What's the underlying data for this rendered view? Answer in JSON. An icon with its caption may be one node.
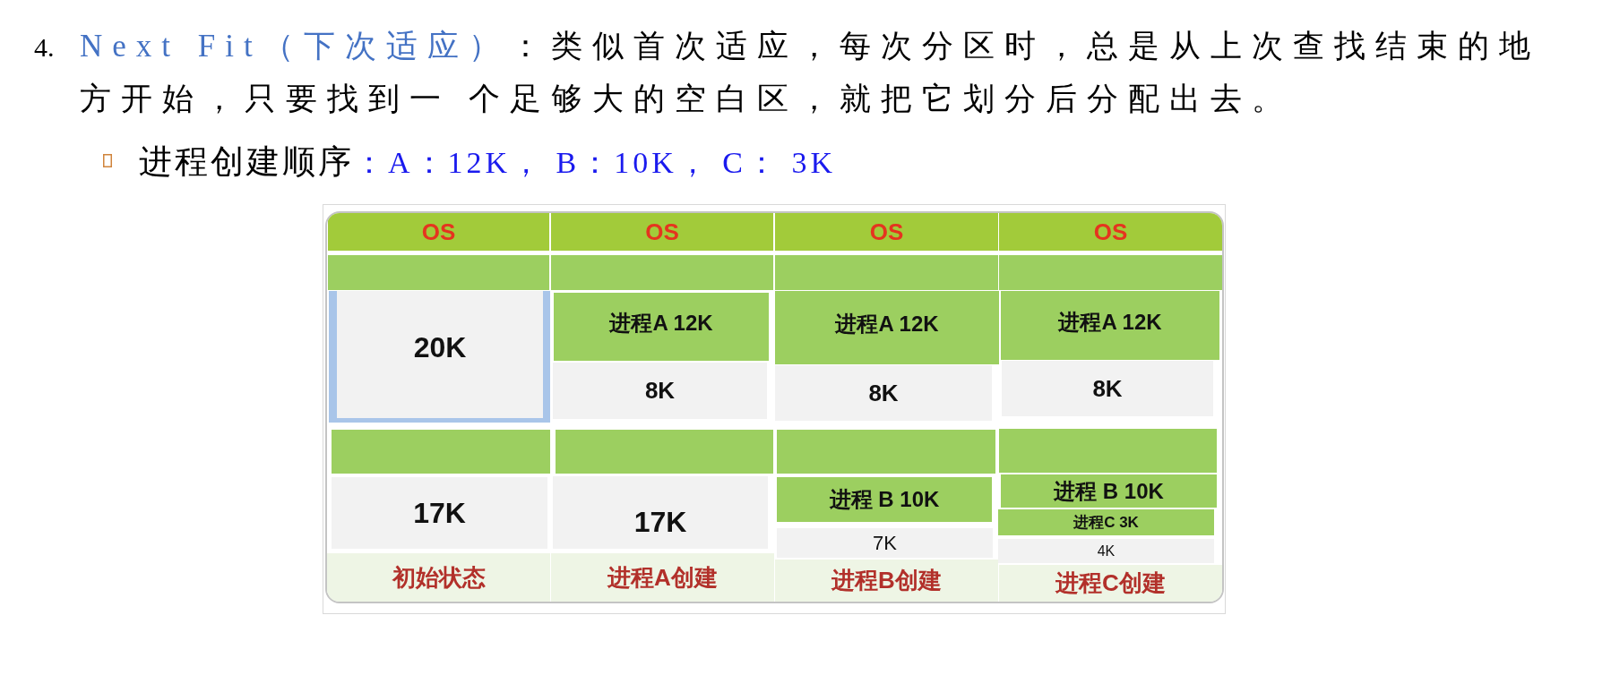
{
  "diagram": {
    "nodes": [
      {
        "text": [
          "OS"
        ]
      },
      {
        "text": [],
        "shape": "box"
      },
      {
        "text": [
          "20K"
        ]
      },
      {
        "text": [],
        "shape": "box"
      },
      {
        "text": [
          "17K"
        ]
      },
      {
        "text": [
          "初始状态"
        ]
      },
      {
        "text": [
          "OS"
        ]
      },
      {
        "text": [],
        "shape": "box"
      },
      {
        "text": [
          "进程A 12K"
        ]
      },
      {
        "text": [
          "8K"
        ]
      },
      {
        "text": [],
        "shape": "box"
      },
      {
        "text": [
          "17K"
        ]
      },
      {
        "text": [
          "进程A创建"
        ]
      },
      {
        "text": [
          "OS"
        ]
      },
      {
        "text": [],
        "shape": "box"
      },
      {
        "text": [
          "进程A 12K"
        ]
      },
      {
        "text": [
          "8K"
        ]
      },
      {
        "text": [],
        "shape": "box"
      },
      {
        "text": [
          "进程 B 10K"
        ]
      },
      {
        "text": [
          "7K"
        ]
      },
      {
        "text": [
          "进程B创建"
        ]
      },
      {
        "text": [
          "OS"
        ]
      },
      {
        "text": [],
        "shape": "box"
      },
      {
        "text": [
          "进程A 12K"
        ]
      },
      {
        "text": [
          "8K"
        ]
      },
      {
        "text": [],
        "shape": "box"
      },
      {
        "text": [
          "进程 B 10K"
        ]
      },
      {
        "text": [
          "进程C 3K"
        ]
      },
      {
        "text": [
          "4K"
        ]
      },
      {
        "text": [
          "进程C创建"
        ]
      }
    ],
    "labels": [
      "4.",
      "Next Fit（下次适应）",
      "：类似首次适应，每次分区时，总是从上次查找结束的地方开始，只要找到一 个足够大的空白区，就把它划分后分配出去。",
      "进程创建顺序",
      "：A：12K， B：10K， C： 3K"
    ]
  }
}
